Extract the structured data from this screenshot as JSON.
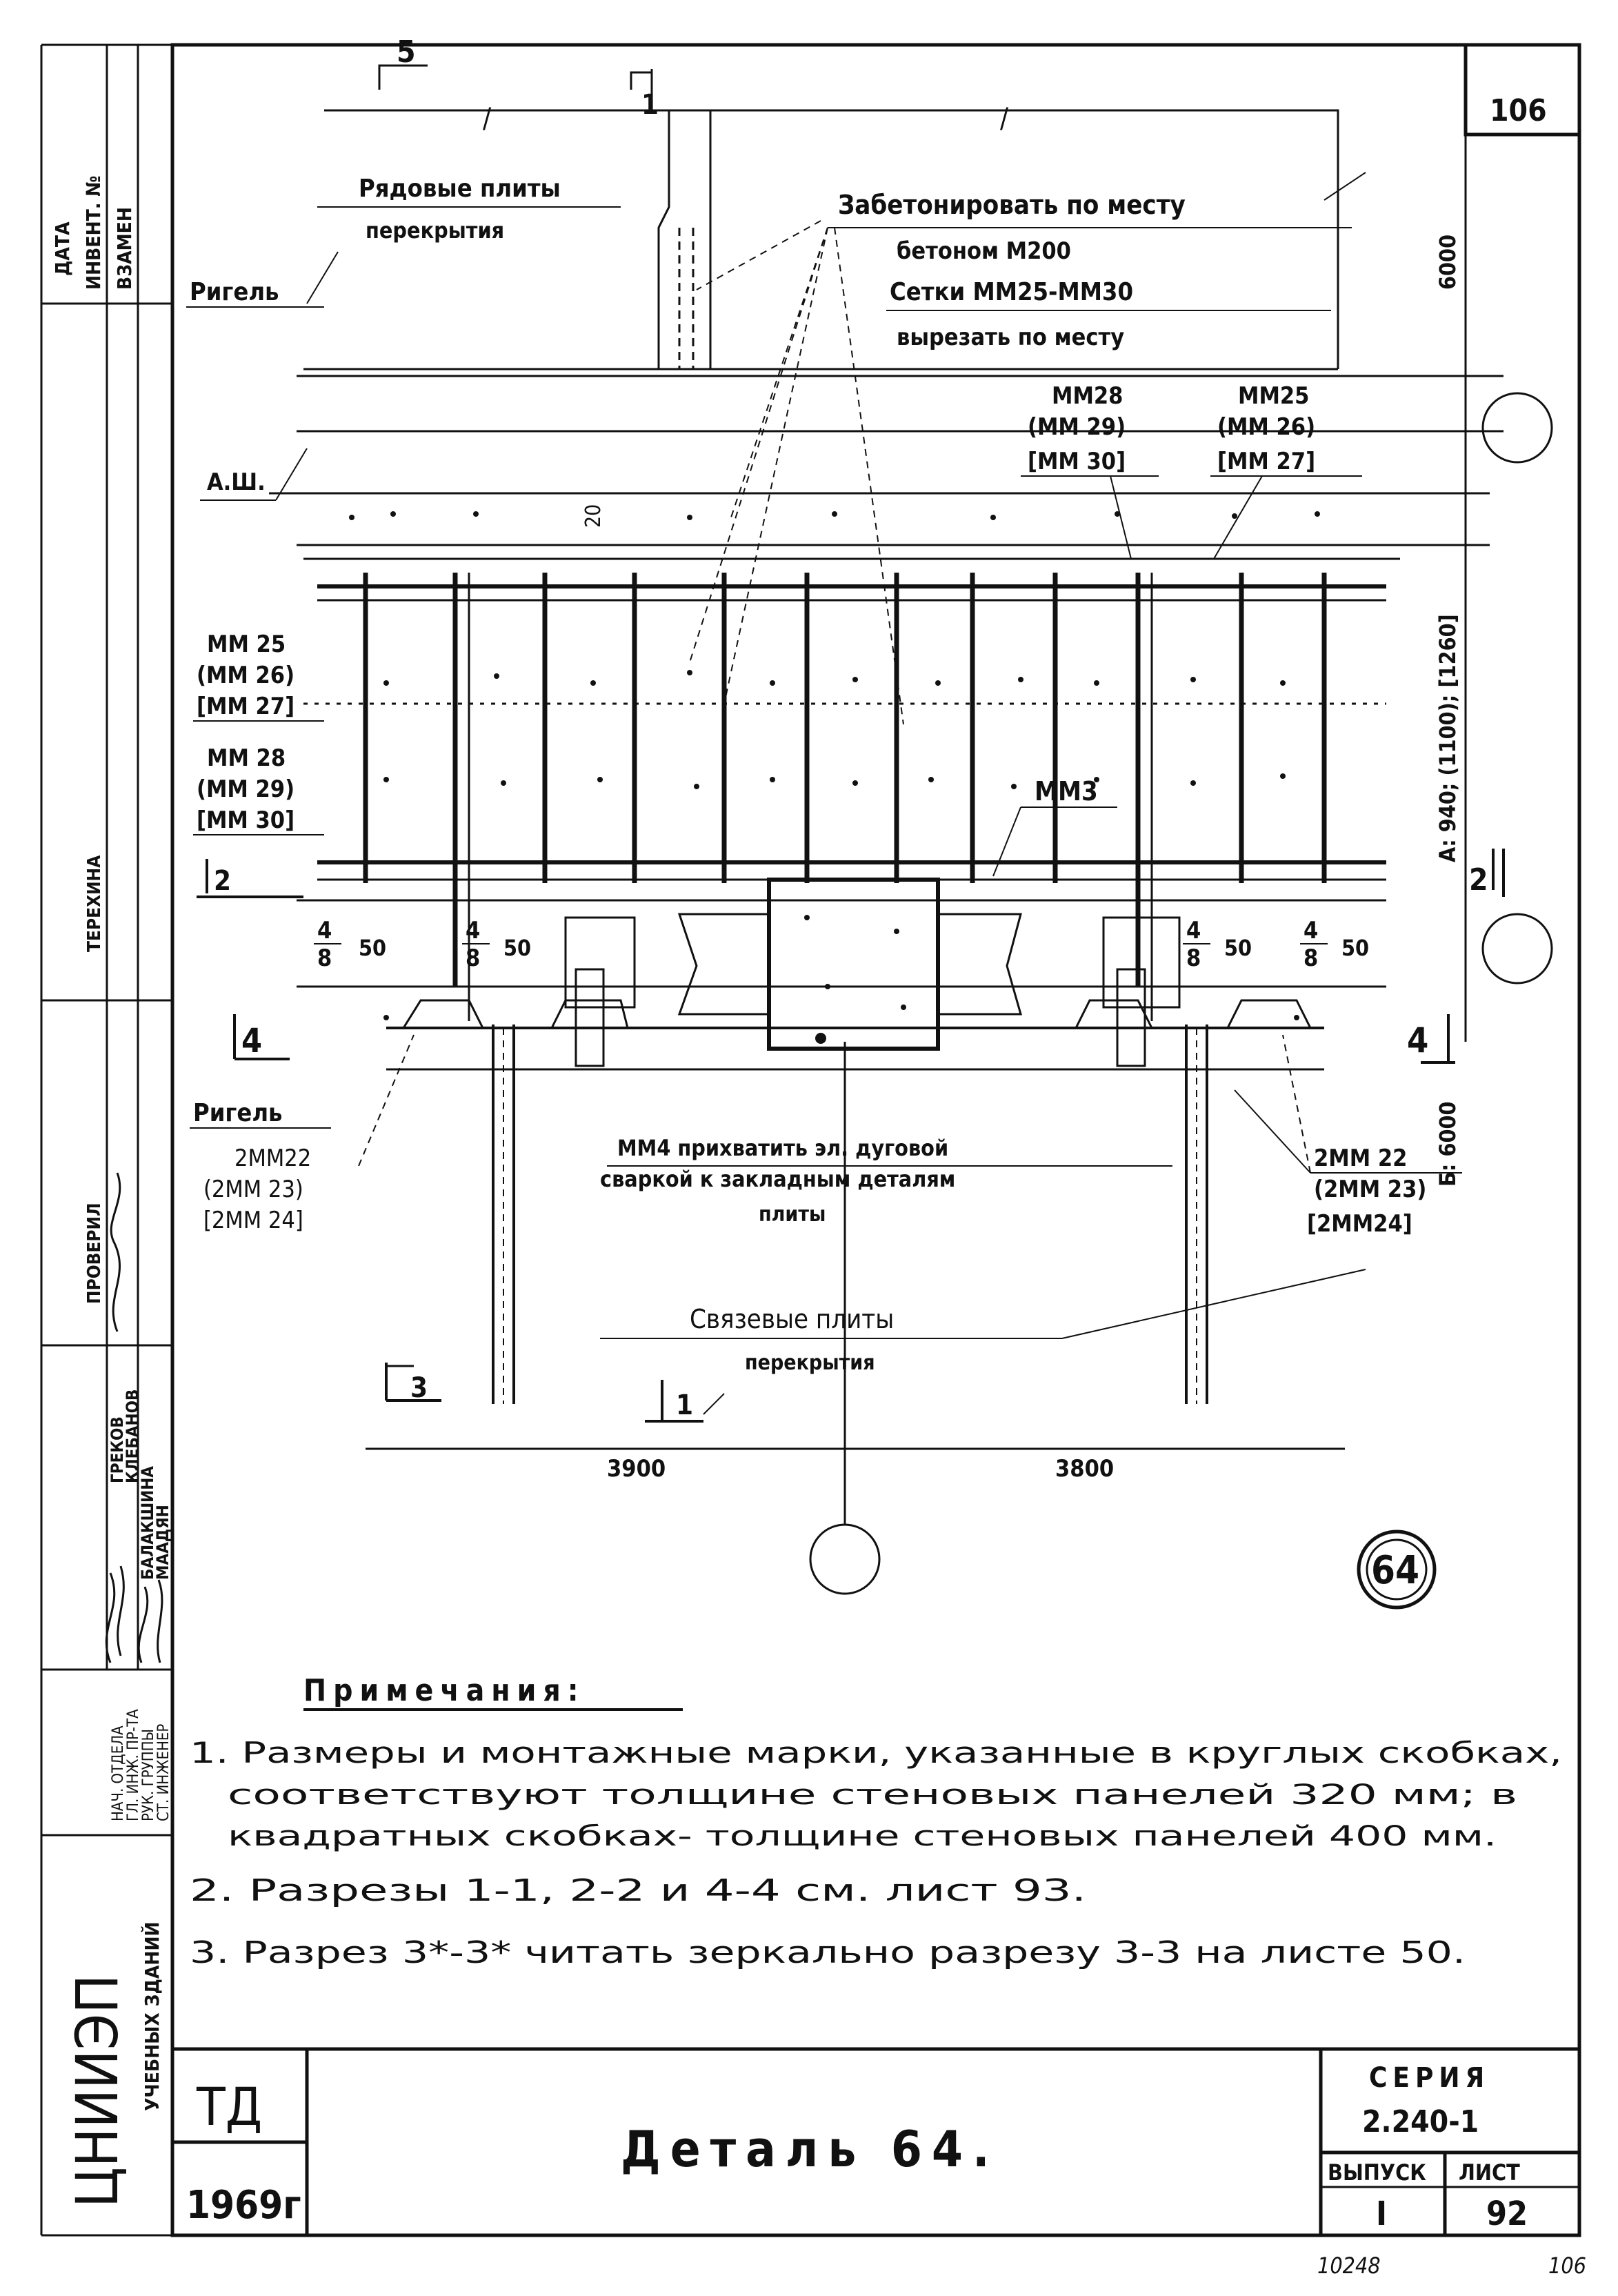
{
  "sheet_id_top": "106",
  "top_labels": {
    "ryadovye_line1": "Рядовые плиты",
    "ryadovye_line2": "перекрытия",
    "rigel_top": "Ригель",
    "zabeton_line1": "Забетонировать по месту",
    "zabeton_line2": "бетоном М200",
    "zabeton_line3": "Сетки ММ25-ММ30",
    "zabeton_line4": "вырезать по месту",
    "mark_5": "5",
    "mark_1": "1",
    "break_left": "/",
    "break_right": "/",
    "a_sh": "А.Ш.",
    "dim_20": "20",
    "mm28_a": "ММ28",
    "mm28_b": "(ММ 29)",
    "mm28_c": "[ММ 30]",
    "mm25_a": "ММ25",
    "mm25_b": "(ММ 26)",
    "mm25_c": "[ММ 27]"
  },
  "left_labels": {
    "mm25_a": "ММ 25",
    "mm25_b": "(ММ 26)",
    "mm25_c": "[ММ 27]",
    "mm28_a": "ММ 28",
    "mm28_b": "(ММ 29)",
    "mm28_c": "[ММ 30]",
    "mark_2": "2",
    "mark_4": "4",
    "rigel": "Ригель",
    "mm22_a": "2ММ22",
    "mm22_b": "(2ММ 23)",
    "mm22_c": "[2ММ 24]",
    "mark_3": "3"
  },
  "weld_labels": {
    "w1_num": "4",
    "w1_den": "8",
    "w1_len": "50",
    "w2_num": "4",
    "w2_den": "8",
    "w2_len": "50",
    "w3_num": "4",
    "w3_den": "8",
    "w3_len": "50",
    "w4_num": "4",
    "w4_den": "8",
    "w4_len": "50"
  },
  "center_labels": {
    "mm3": "ММ3",
    "mm4_line1": "ММ4 прихватить эл. дуговой",
    "mm4_line2": "сваркой к закладным деталям",
    "mm4_line3": "плиты",
    "svyaz_line1": "Связевые плиты",
    "svyaz_line2": "перекрытия",
    "mark_1b": "1",
    "dim_left": "3900",
    "dim_right": "3800"
  },
  "right_labels": {
    "dim_6000_top": "6000",
    "dim_a": "А: 940; (1100); [1260]",
    "mark_2": "2",
    "mark_4": "4",
    "dim_b": "Б: 6000",
    "mm22_a": "2ММ 22",
    "mm22_b": "(2ММ 23)",
    "mm22_c": "[2ММ24]"
  },
  "detail_number": "64",
  "notes": {
    "title": "Примечания:",
    "n1_line1": "1. Размеры и монтажные марки, указанные в круглых скобках,",
    "n1_line2": "соответствуют толщине стеновых панелей 320 мм; в",
    "n1_line3": "квадратных скобках- толщине стеновых панелей 400 мм.",
    "n2": "2. Разрезы 1-1, 2-2 и 4-4 см. лист 93.",
    "n3": "3. Разрез 3*-3* читать зеркально разрезу 3-3 на листе 50."
  },
  "side_stamp": {
    "data": "ДАТА",
    "inv": "ИНВЕНТ. №",
    "vzamen": "ВЗАМЕН",
    "terekhina": "ТЕРЕХИНА",
    "proveril": "ПРОВЕРИЛ",
    "grekov": "ГРЕКОВ",
    "klebanov": "КЛЕБАНОВ",
    "balakshina": "БАЛАКШИНА",
    "maadyan": "МААДЯН",
    "nach_otdela": "НАЧ. ОТДЕЛА",
    "gl_inzh": "ГЛ. ИНЖ. ПР-ТА",
    "ruk_gruppy": "РУК. ГРУППЫ",
    "st_inzh": "СТ. ИНЖЕНЕР",
    "org_big": "ЦНИИЭП",
    "org_small": "УЧЕБНЫХ ЗДАНИЙ"
  },
  "title_block": {
    "td": "ТД",
    "year": "1969г",
    "title": "Деталь 64.",
    "seria_label": "СЕРИЯ",
    "seria_value": "2.240-1",
    "vypusk_label": "ВЫПУСК",
    "vypusk_value": "I",
    "list_label": "ЛИСТ",
    "list_value": "92"
  },
  "footer": {
    "left": "10248",
    "right": "106"
  }
}
